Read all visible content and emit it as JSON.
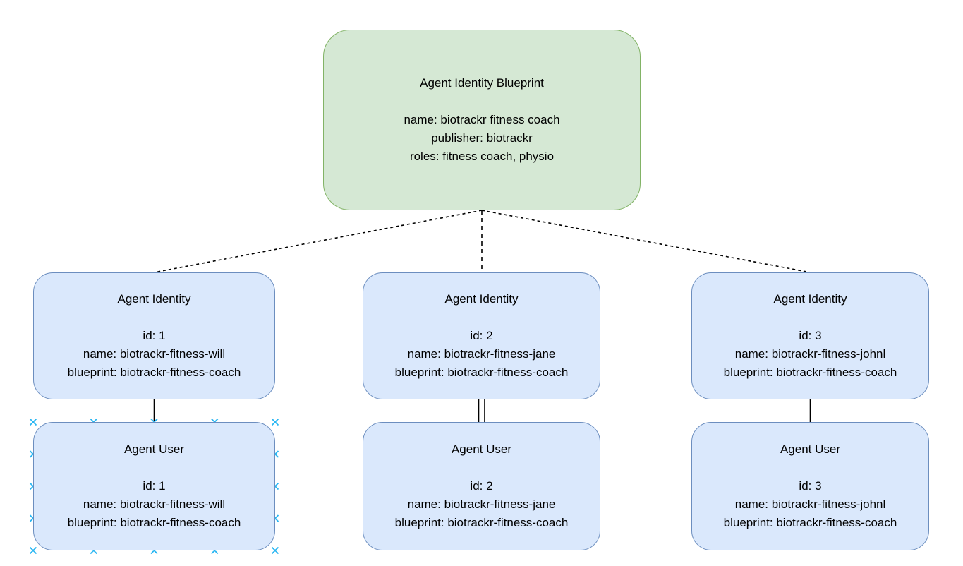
{
  "diagram": {
    "palette": {
      "blueprint_fill": "#d5e8d4",
      "blueprint_stroke": "#82b366",
      "node_fill": "#dae8fc",
      "node_stroke": "#6c8ebf",
      "connector_color": "#000000",
      "selection_cross_color": "#29b6f2",
      "text_color": "#000000",
      "background": "#ffffff"
    },
    "blueprint": {
      "title": "Agent Identity Blueprint",
      "lines": [
        "name: biotrackr fitness coach",
        "publisher: biotrackr",
        "roles: fitness coach, physio"
      ]
    },
    "identities": [
      {
        "title": "Agent Identity",
        "lines": [
          "id: 1",
          "name: biotrackr-fitness-will",
          "blueprint: biotrackr-fitness-coach"
        ]
      },
      {
        "title": "Agent Identity",
        "lines": [
          "id: 2",
          "name: biotrackr-fitness-jane",
          "blueprint: biotrackr-fitness-coach"
        ]
      },
      {
        "title": "Agent Identity",
        "lines": [
          "id: 3",
          "name: biotrackr-fitness-johnl",
          "blueprint: biotrackr-fitness-coach"
        ]
      }
    ],
    "users": [
      {
        "title": "Agent User",
        "lines": [
          "id: 1",
          "name: biotrackr-fitness-will",
          "blueprint: biotrackr-fitness-coach"
        ]
      },
      {
        "title": "Agent User",
        "lines": [
          "id: 2",
          "name: biotrackr-fitness-jane",
          "blueprint: biotrackr-fitness-coach"
        ]
      },
      {
        "title": "Agent User",
        "lines": [
          "id: 3",
          "name: biotrackr-fitness-johnl",
          "blueprint: biotrackr-fitness-coach"
        ]
      }
    ]
  }
}
